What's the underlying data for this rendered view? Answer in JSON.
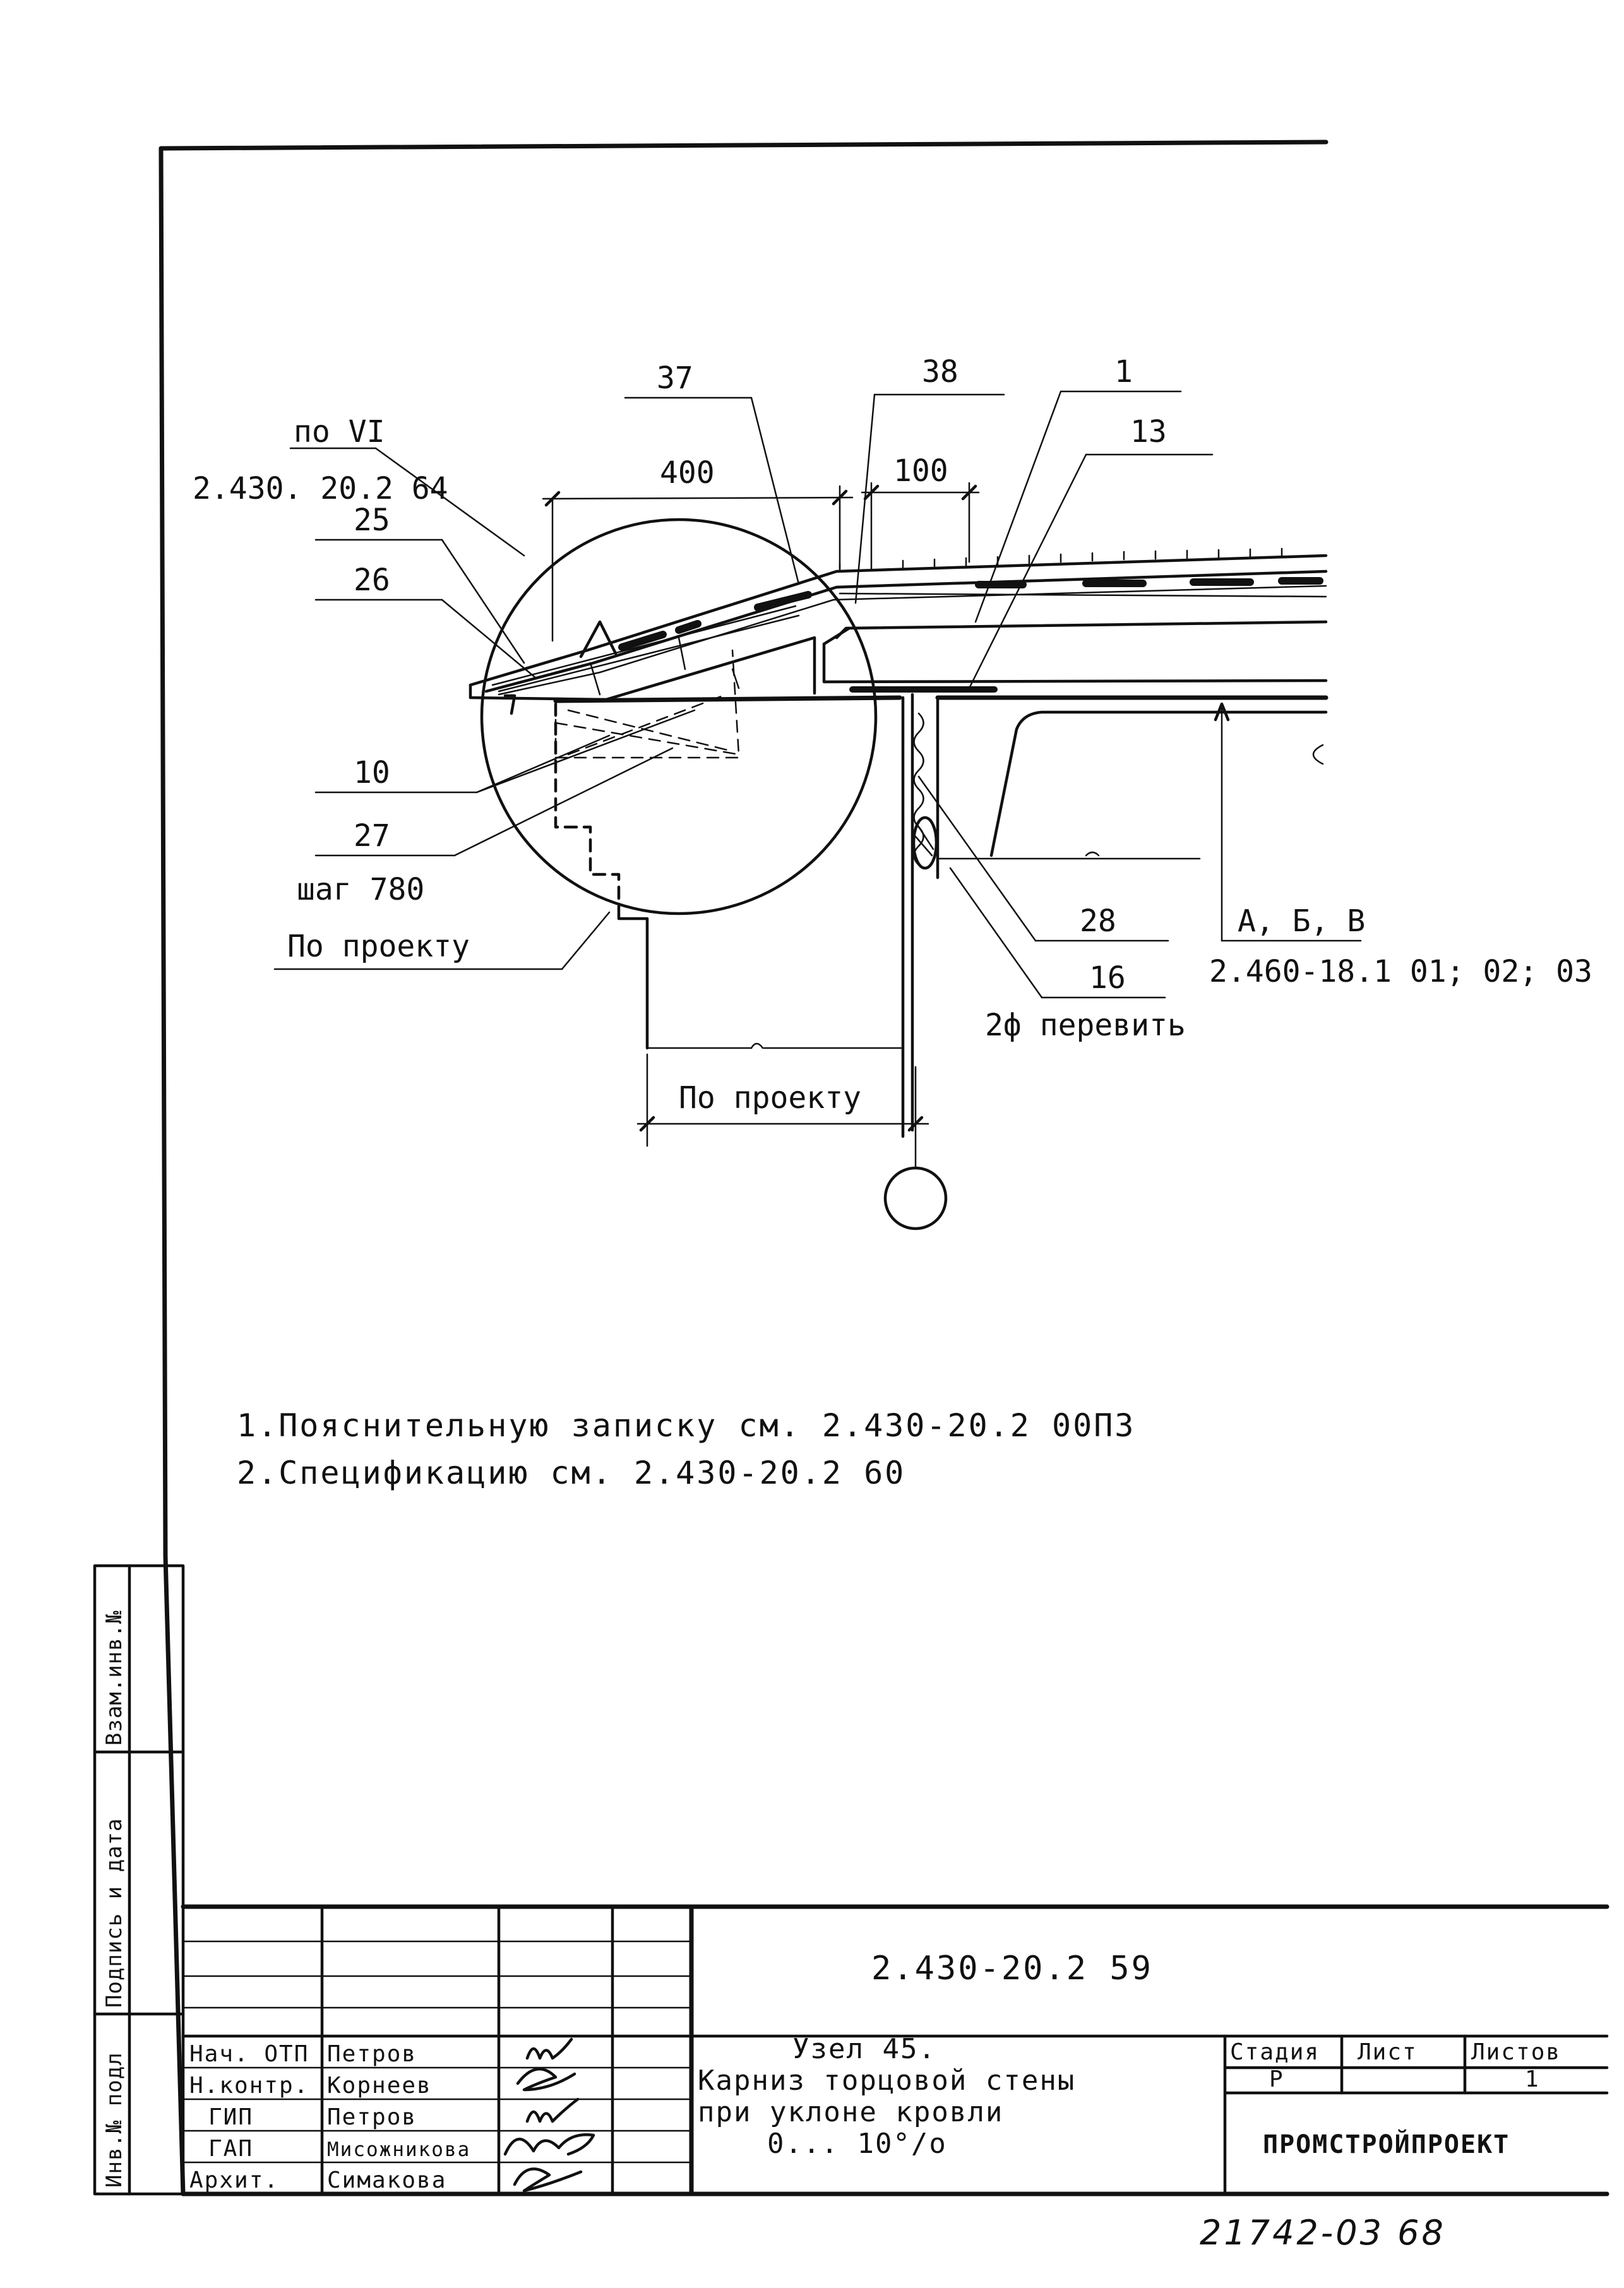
{
  "labels": {
    "view_ref": "по VI",
    "view_doc": "2.430. 20.2 64",
    "dim_400": "400",
    "dim_100": "100",
    "pos_37": "37",
    "pos_38": "38",
    "pos_1": "1",
    "pos_13": "13",
    "pos_25": "25",
    "pos_26": "26",
    "pos_10": "10",
    "pos_27": "27",
    "step": "шаг 780",
    "by_project_1": "По проекту",
    "by_project_2": "По проекту",
    "pos_28": "28",
    "pos_16": "16",
    "twist_note": "2ф перевить",
    "axes": "А, Б, В",
    "axes_doc": "2.460-18.1 01; 02; 03"
  },
  "notes": [
    "1.Пояснительную записку см. 2.430-20.2 00ПЗ",
    "2.Спецификацию см. 2.430-20.2 60"
  ],
  "side_stamp": {
    "inv_no_podl": "Инв.№ подл",
    "sign_date": "Подпись и дата",
    "vzam_inv": "Взам.инв.№"
  },
  "title_block": {
    "doc_code": "2.430-20.2 59",
    "title_line1": "Узел 45.",
    "title_line2": "Карниз торцовой стены",
    "title_line3": "при уклоне кровли",
    "title_line4": "0... 10°/о",
    "stage_header": "Стадия",
    "sheet_header": "Лист",
    "sheets_header": "Листов",
    "stage_value": "Р",
    "sheet_value": "",
    "sheets_value": "1",
    "company": "ПРОМСТРОЙПРОЕКТ",
    "roles": [
      {
        "role": "Нач. ОТП",
        "name": "Петров"
      },
      {
        "role": "Н.контр.",
        "name": "Корнеев"
      },
      {
        "role": "ГИП",
        "name": "Петров"
      },
      {
        "role": "ГАП",
        "name": "Мисожникова"
      },
      {
        "role": "Архит.",
        "name": "Симакова"
      }
    ]
  },
  "footer_number": "21742-03   68"
}
